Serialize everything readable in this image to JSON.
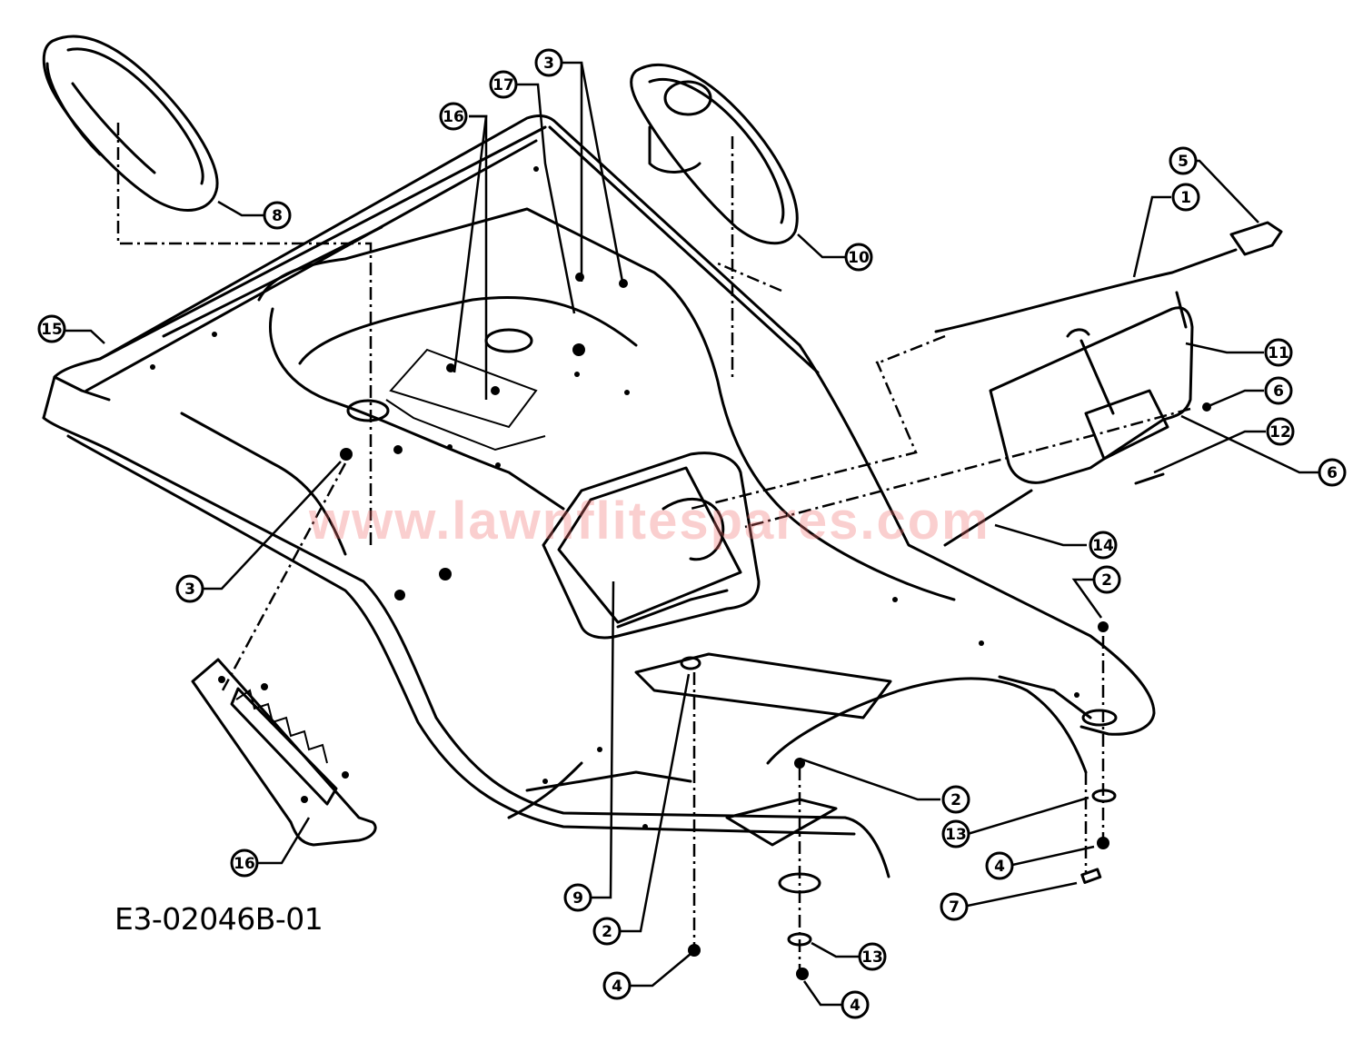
{
  "drawing": {
    "code": "E3-02046B-01",
    "watermark": "www.lawnflitespares.com",
    "subject": "hood-fender-assembly"
  },
  "colors": {
    "line": "#000000",
    "background": "#ffffff",
    "watermark": "#f06e6e"
  },
  "callouts": [
    {
      "id": "c1",
      "label": "1"
    },
    {
      "id": "c2a",
      "label": "2"
    },
    {
      "id": "c2b",
      "label": "2"
    },
    {
      "id": "c2c",
      "label": "2"
    },
    {
      "id": "c3a",
      "label": "3"
    },
    {
      "id": "c3b",
      "label": "3"
    },
    {
      "id": "c4a",
      "label": "4"
    },
    {
      "id": "c4b",
      "label": "4"
    },
    {
      "id": "c4c",
      "label": "4"
    },
    {
      "id": "c5",
      "label": "5"
    },
    {
      "id": "c6a",
      "label": "6"
    },
    {
      "id": "c6b",
      "label": "6"
    },
    {
      "id": "c7",
      "label": "7"
    },
    {
      "id": "c8",
      "label": "8"
    },
    {
      "id": "c9",
      "label": "9"
    },
    {
      "id": "c10",
      "label": "10"
    },
    {
      "id": "c11",
      "label": "11"
    },
    {
      "id": "c12",
      "label": "12"
    },
    {
      "id": "c13a",
      "label": "13"
    },
    {
      "id": "c13b",
      "label": "13"
    },
    {
      "id": "c14",
      "label": "14"
    },
    {
      "id": "c15",
      "label": "15"
    },
    {
      "id": "c16a",
      "label": "16"
    },
    {
      "id": "c16b",
      "label": "16"
    },
    {
      "id": "c17",
      "label": "17"
    }
  ]
}
